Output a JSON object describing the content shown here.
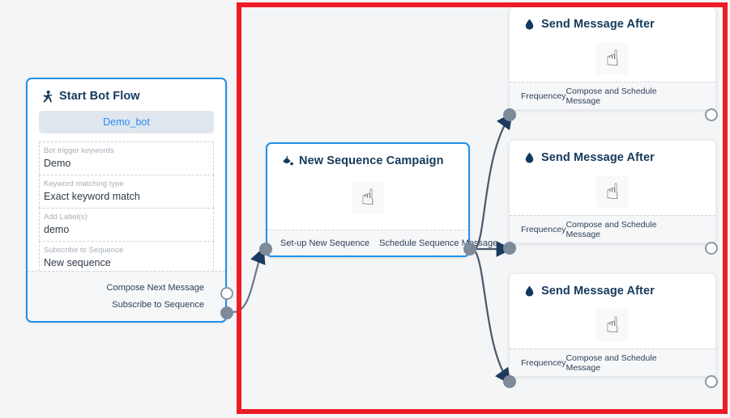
{
  "canvas": {
    "background": "#f4f5f7",
    "highlight_color": "#ed1c24",
    "accent_blue": "#1e90e8",
    "header_color": "#15395b"
  },
  "nodes": {
    "start_bot_flow": {
      "title": "Start Bot Flow",
      "icon": "running-person-icon",
      "bot_pill": "Demo_bot",
      "fields": [
        {
          "label": "Bot trigger keywords",
          "value": "Demo"
        },
        {
          "label": "Keyword matching type",
          "value": "Exact keyword match"
        },
        {
          "label": "Add Label(s)",
          "value": "demo"
        },
        {
          "label": "Subscribe to Sequence",
          "value": "New sequence"
        }
      ],
      "ports": [
        {
          "label": "Compose Next Message",
          "style": "hollow"
        },
        {
          "label": "Subscribe to Sequence",
          "style": "filled"
        }
      ]
    },
    "new_sequence_campaign": {
      "title": "New Sequence Campaign",
      "icon": "paint-bucket-icon",
      "cursor": "pointing-hand-cursor",
      "ports": [
        {
          "label": "Set-up New Sequence",
          "style": "filled"
        },
        {
          "label": "Schedule Sequence Message",
          "style": "filled"
        }
      ]
    },
    "send_message_after": [
      {
        "title": "Send Message After",
        "icon": "droplet-icon",
        "cursor": "pointing-hand-cursor",
        "ports": [
          {
            "label": "Frequencey",
            "style": "filled"
          },
          {
            "label": "Compose and Schedule Message",
            "style": "hollow"
          }
        ]
      },
      {
        "title": "Send Message After",
        "icon": "droplet-icon",
        "cursor": "pointing-hand-cursor",
        "ports": [
          {
            "label": "Frequencey",
            "style": "filled"
          },
          {
            "label": "Compose and Schedule Message",
            "style": "hollow"
          }
        ]
      },
      {
        "title": "Send Message After",
        "icon": "droplet-icon",
        "cursor": "pointing-hand-cursor",
        "ports": [
          {
            "label": "Frequencey",
            "style": "filled"
          },
          {
            "label": "Compose and Schedule Message",
            "style": "hollow"
          }
        ]
      }
    ]
  }
}
